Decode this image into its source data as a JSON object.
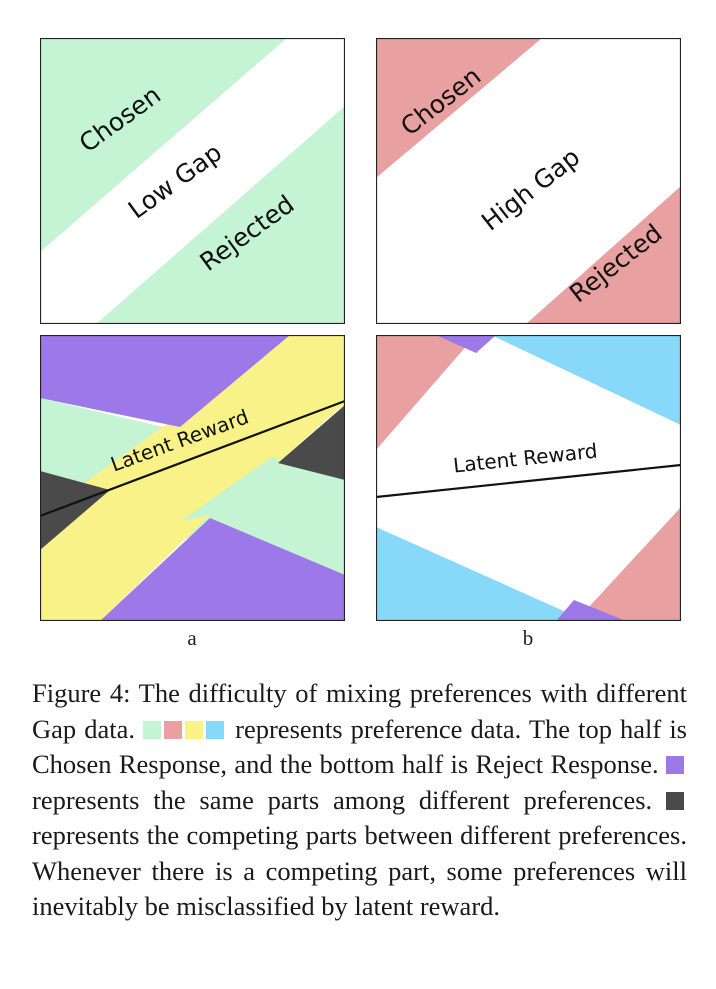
{
  "colors": {
    "green": "#c4f4d4",
    "red": "#e8a0a0",
    "yellow": "#f8f288",
    "blue": "#88d8fa",
    "purple": "#9c78e8",
    "dark": "#4a4a4a",
    "border": "#222222"
  },
  "panels": {
    "top_left": {
      "chosen": "Chosen",
      "gap": "Low Gap",
      "rejected": "Rejected"
    },
    "top_right": {
      "chosen": "Chosen",
      "gap": "High Gap",
      "rejected": "Rejected"
    },
    "bottom_left": {
      "reward": "Latent Reward",
      "sublabel": "a"
    },
    "bottom_right": {
      "reward": "Latent Reward",
      "sublabel": "b"
    }
  },
  "caption": {
    "part1": "Figure 4:  The difficulty of mixing preferences with different Gap data.",
    "part2": "represents preference data. The top half is Chosen Response, and the bottom half is Reject Response.",
    "part3": "represents the same parts among different preferences.",
    "part4": "represents the competing parts between different preferences.  Whenever there is a competing part, some preferences will inevitably be misclassified by latent reward."
  }
}
